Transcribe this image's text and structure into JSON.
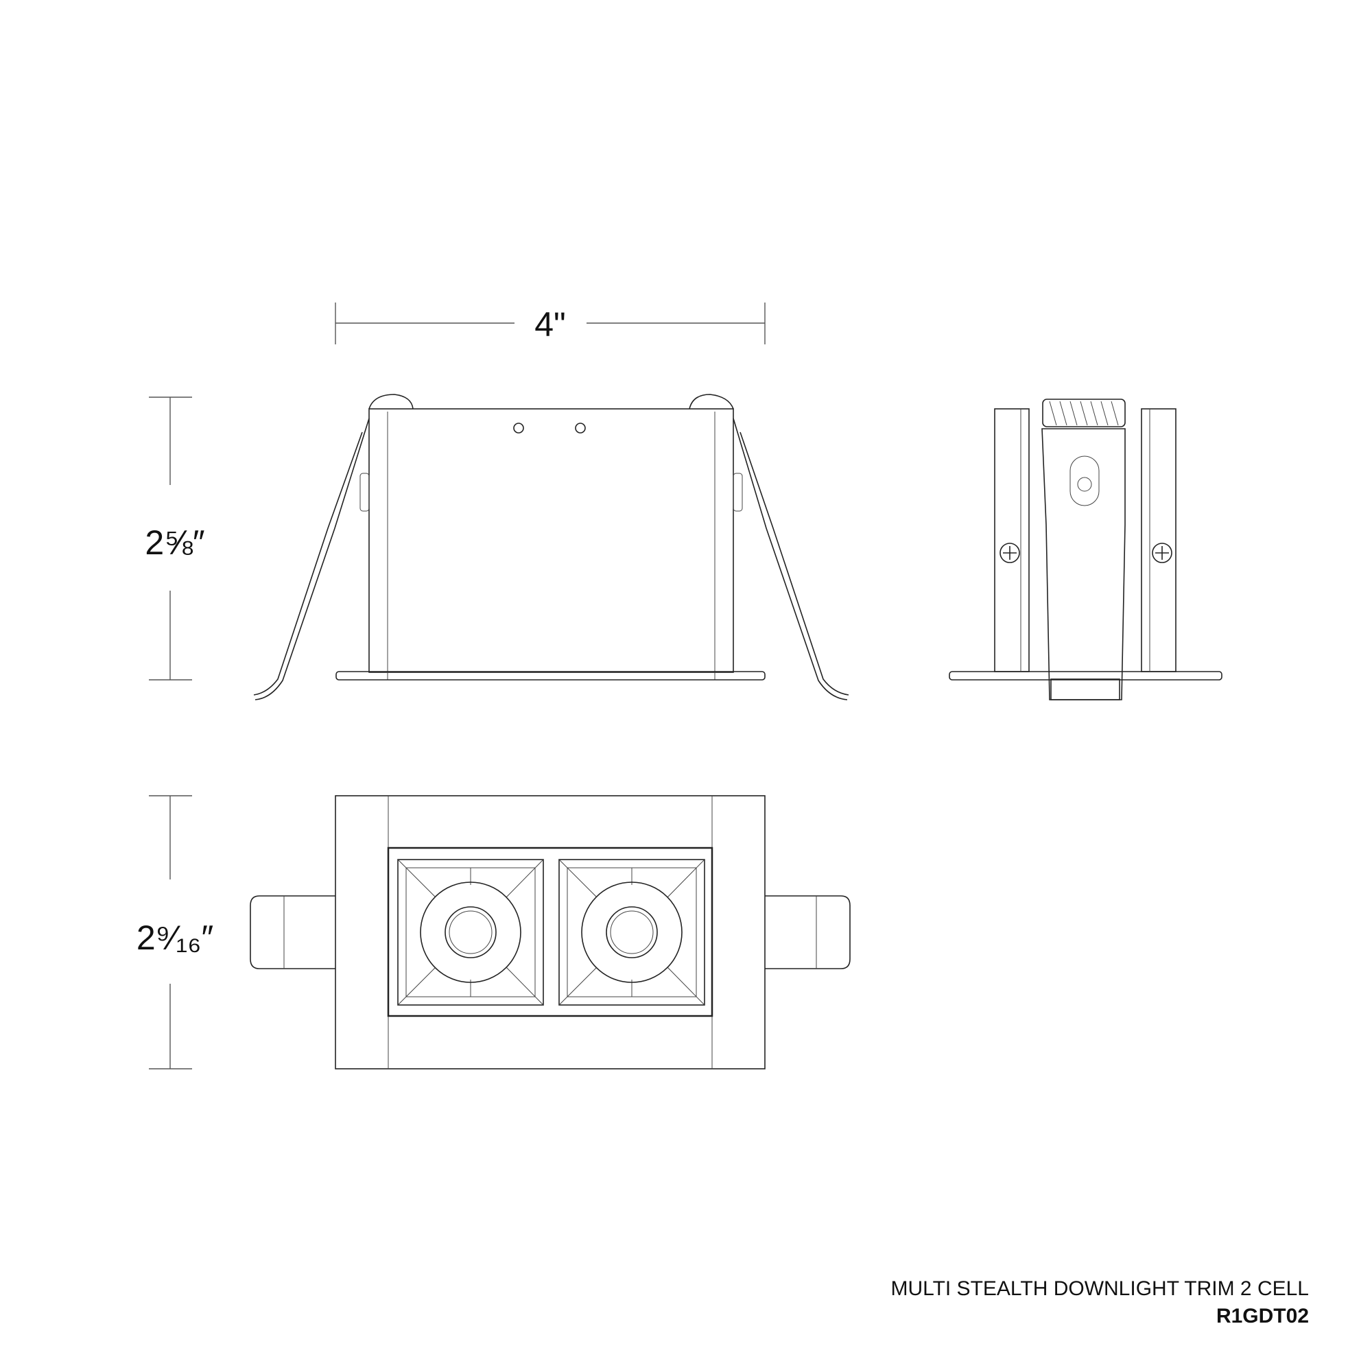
{
  "dimensions": {
    "width": "4\"",
    "height": "2⅝″",
    "depth": "2⁹⁄₁₆″"
  },
  "title_block": {
    "product_name": "MULTI STEALTH DOWNLIGHT TRIM 2 CELL",
    "model_number": "R1GDT02"
  },
  "views": [
    "front-elevation",
    "side-elevation",
    "plan-view"
  ],
  "colors": {
    "line": "#222222",
    "background": "#ffffff"
  }
}
